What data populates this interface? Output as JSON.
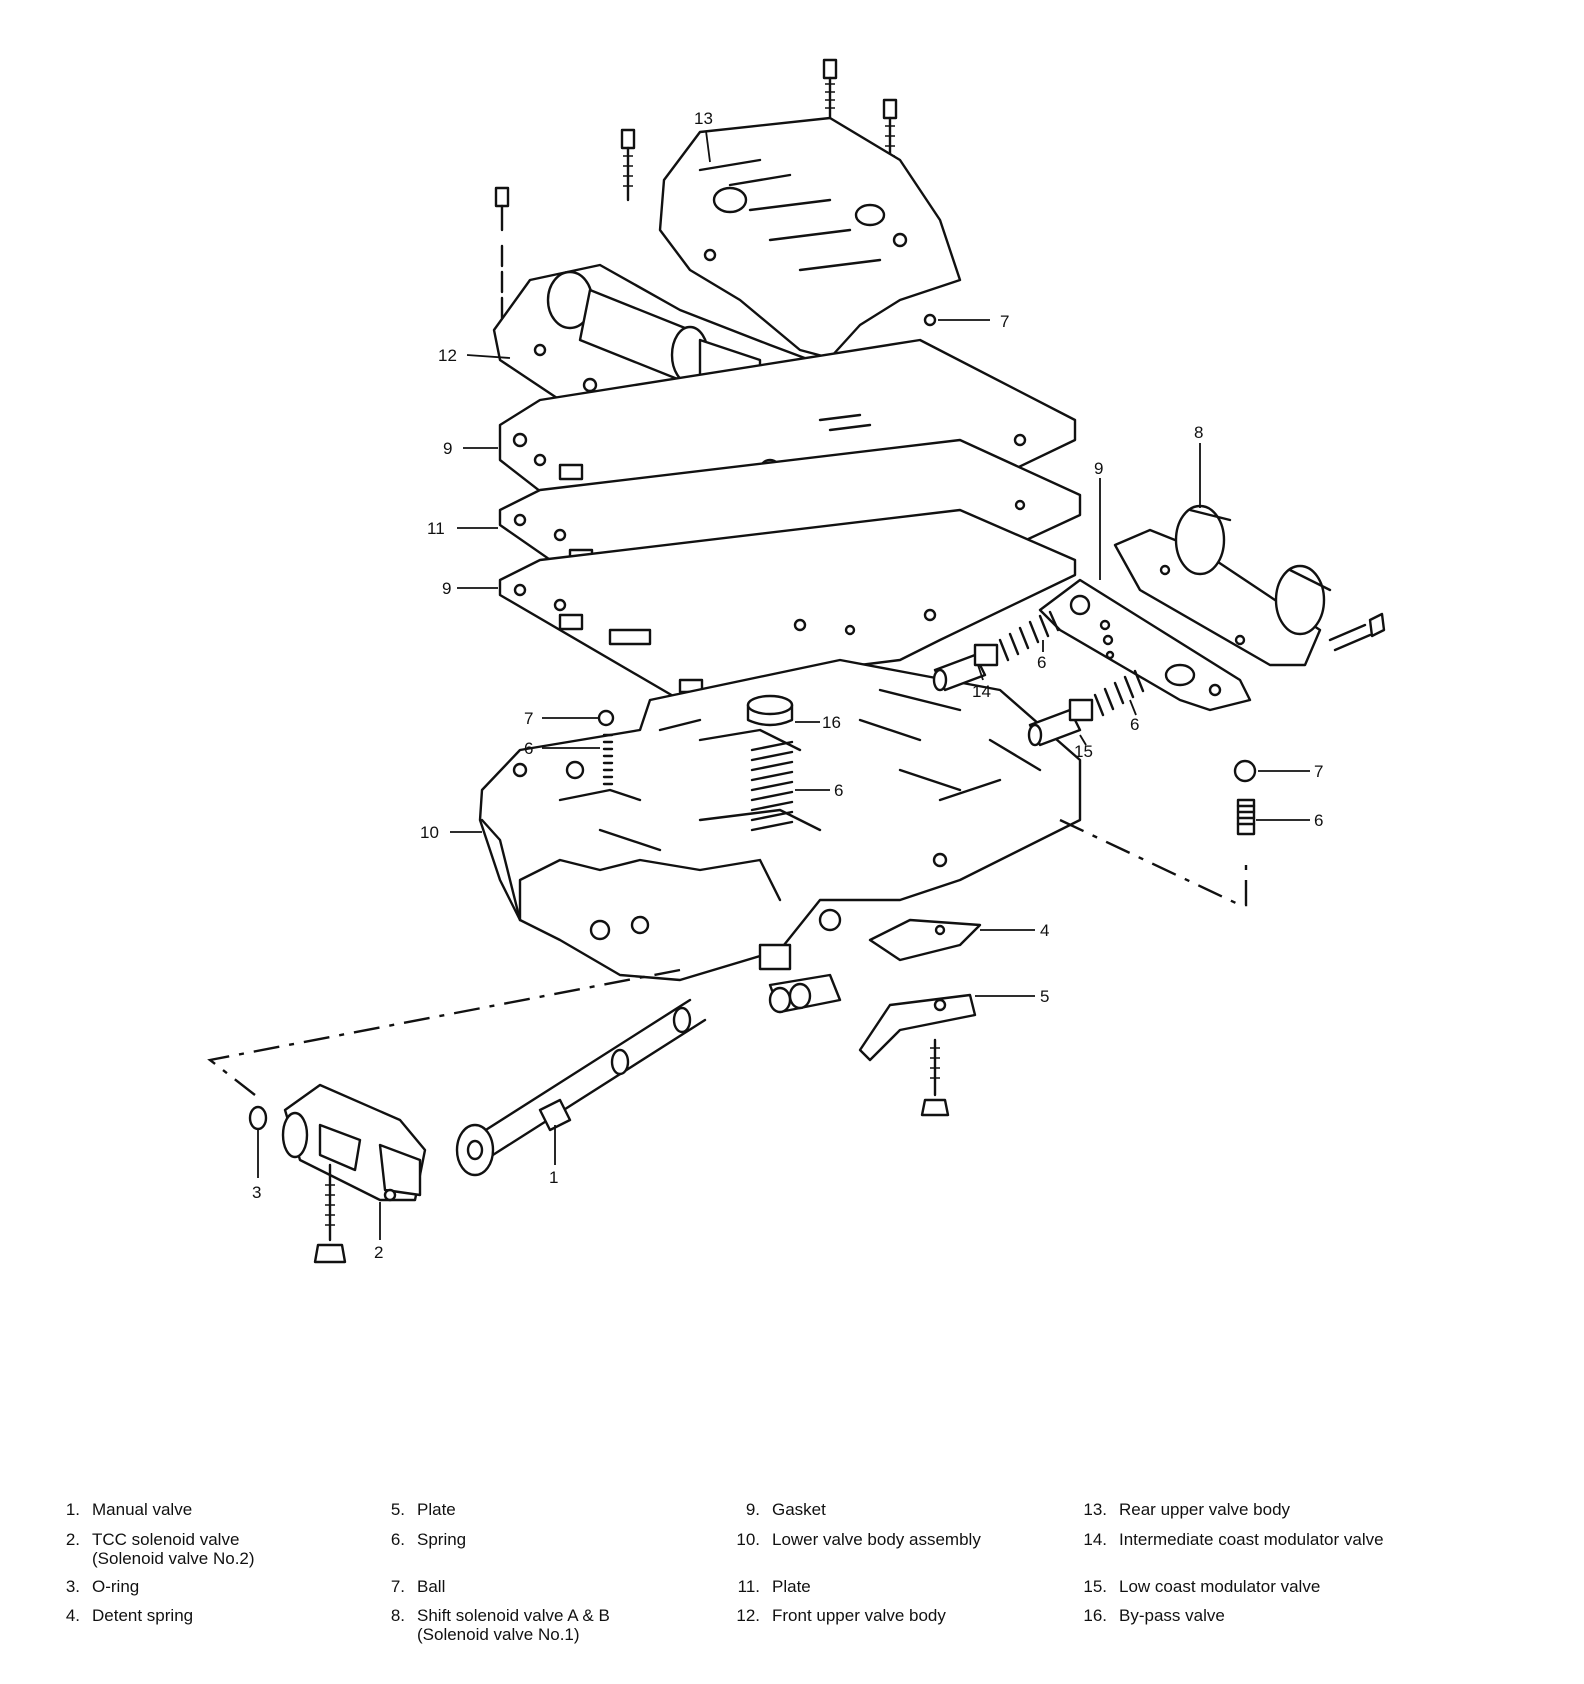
{
  "callouts": [
    {
      "id": "c13",
      "text": "13"
    },
    {
      "id": "c7a",
      "text": "7"
    },
    {
      "id": "c12",
      "text": "12"
    },
    {
      "id": "c9a",
      "text": "9"
    },
    {
      "id": "c11",
      "text": "11"
    },
    {
      "id": "c9b",
      "text": "9"
    },
    {
      "id": "c9c",
      "text": "9"
    },
    {
      "id": "c8",
      "text": "8"
    },
    {
      "id": "c6a",
      "text": "6"
    },
    {
      "id": "c14",
      "text": "14"
    },
    {
      "id": "c6b",
      "text": "6"
    },
    {
      "id": "c15",
      "text": "15"
    },
    {
      "id": "c7b",
      "text": "7"
    },
    {
      "id": "c6c",
      "text": "6"
    },
    {
      "id": "c16",
      "text": "16"
    },
    {
      "id": "c6d",
      "text": "6"
    },
    {
      "id": "c10",
      "text": "10"
    },
    {
      "id": "c7c",
      "text": "7"
    },
    {
      "id": "c6e",
      "text": "6"
    },
    {
      "id": "c4",
      "text": "4"
    },
    {
      "id": "c5",
      "text": "5"
    },
    {
      "id": "c3",
      "text": "3"
    },
    {
      "id": "c2",
      "text": "2"
    },
    {
      "id": "c1",
      "text": "1"
    }
  ],
  "legend": [
    {
      "num": "1.",
      "lines": [
        "Manual valve"
      ]
    },
    {
      "num": "2.",
      "lines": [
        "TCC solenoid valve",
        "(Solenoid valve No.2)"
      ]
    },
    {
      "num": "3.",
      "lines": [
        "O-ring"
      ]
    },
    {
      "num": "4.",
      "lines": [
        "Detent spring"
      ]
    },
    {
      "num": "5.",
      "lines": [
        "Plate"
      ]
    },
    {
      "num": "6.",
      "lines": [
        "Spring"
      ]
    },
    {
      "num": "7.",
      "lines": [
        "Ball"
      ]
    },
    {
      "num": "8.",
      "lines": [
        "Shift solenoid valve A & B",
        "(Solenoid valve No.1)"
      ]
    },
    {
      "num": "9.",
      "lines": [
        "Gasket"
      ]
    },
    {
      "num": "10.",
      "lines": [
        "Lower valve body assembly"
      ]
    },
    {
      "num": "11.",
      "lines": [
        "Plate"
      ]
    },
    {
      "num": "12.",
      "lines": [
        "Front upper valve body"
      ]
    },
    {
      "num": "13.",
      "lines": [
        "Rear upper valve body"
      ]
    },
    {
      "num": "14.",
      "lines": [
        "Intermediate coast modulator valve"
      ]
    },
    {
      "num": "15.",
      "lines": [
        "Low coast modulator valve"
      ]
    },
    {
      "num": "16.",
      "lines": [
        "By-pass valve"
      ]
    }
  ]
}
